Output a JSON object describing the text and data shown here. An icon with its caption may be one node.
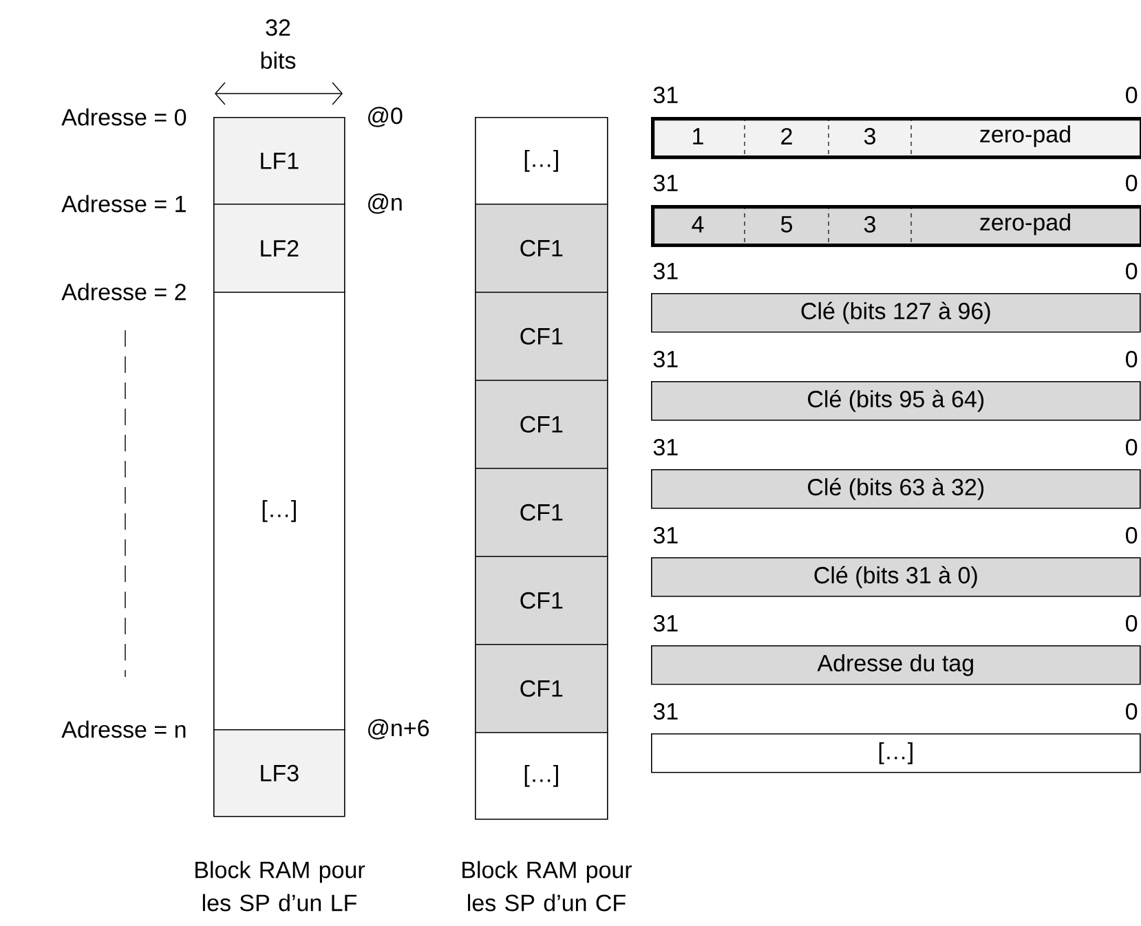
{
  "diagram": {
    "nodes": [
      {
        "text": [
          "LF1"
        ]
      },
      {
        "text": [
          "LF2"
        ]
      },
      {
        "text": [
          "[…]"
        ]
      },
      {
        "text": [
          "LF3"
        ]
      },
      {
        "text": [
          "[…]"
        ]
      },
      {
        "text": [
          "CF1"
        ]
      },
      {
        "text": [
          "CF1"
        ]
      },
      {
        "text": [
          "CF1"
        ]
      },
      {
        "text": [
          "CF1"
        ]
      },
      {
        "text": [
          "CF1"
        ]
      },
      {
        "text": [
          "CF1"
        ]
      },
      {
        "text": [
          "[…]"
        ]
      },
      {
        "text": [
          "1",
          "2",
          "3",
          "zero-pad"
        ]
      },
      {
        "text": [
          "4",
          "5",
          "3",
          "zero-pad"
        ]
      },
      {
        "text": [
          "Clé (bits 127 à 96)"
        ]
      },
      {
        "text": [
          "Clé (bits 95 à 64)"
        ]
      },
      {
        "text": [
          "Clé (bits 63 à 32)"
        ]
      },
      {
        "text": [
          "Clé (bits 31 à 0)"
        ]
      },
      {
        "text": [
          "Adresse du tag"
        ]
      },
      {
        "text": [
          "[…]"
        ]
      }
    ],
    "labels": [
      "32 bits",
      "Adresse = 0",
      "Adresse = 1",
      "Adresse = 2",
      "Adresse = n",
      "@0",
      "@n",
      "@n+6",
      "31",
      "0",
      "31",
      "0",
      "31",
      "0",
      "31",
      "0",
      "31",
      "0",
      "31",
      "0",
      "31",
      "0",
      "31",
      "0",
      "Block RAM pour les SP d’un LF",
      "Block RAM pour les SP d’un CF"
    ]
  }
}
